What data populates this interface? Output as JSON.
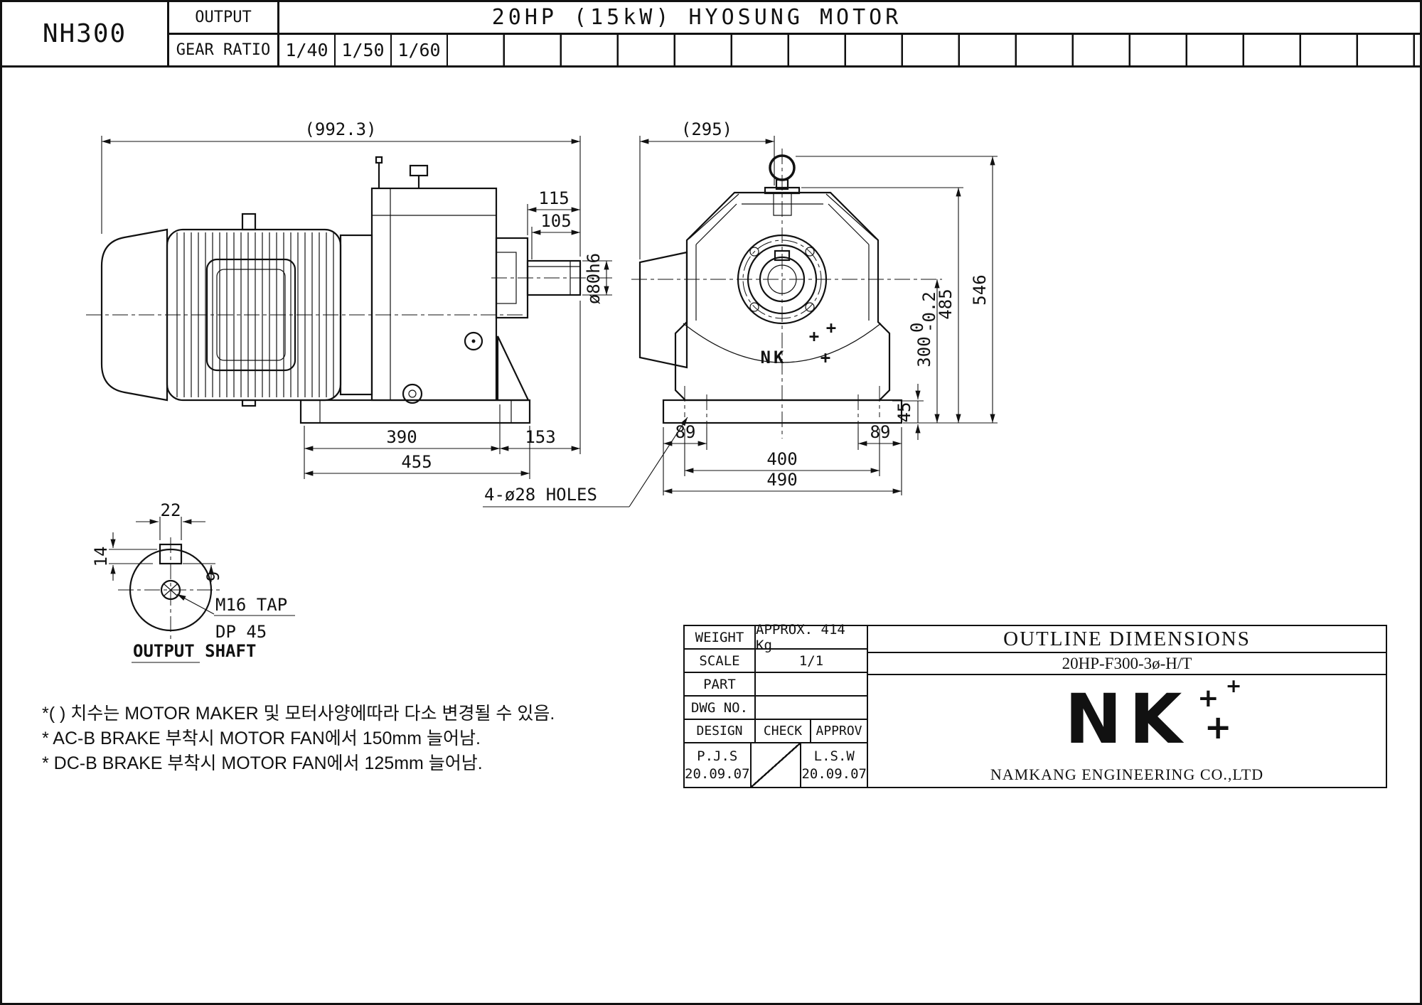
{
  "header": {
    "model": "NH300",
    "output_label": "OUTPUT",
    "gear_ratio_label": "GEAR RATIO",
    "motor_title": "20HP (15kW) HYOSUNG MOTOR",
    "gear_ratios": [
      "1/40",
      "1/50",
      "1/60"
    ]
  },
  "dims": {
    "overall_length": "(992.3)",
    "front_depth": "(295)",
    "shaft_len_total": "115",
    "shaft_len_step": "105",
    "shaft_dia": "ø80h6",
    "base_390": "390",
    "shaft_153": "153",
    "base_455": "455",
    "height_546": "546",
    "height_485": "485",
    "height_300": "300",
    "tol_upper": "0",
    "tol_lower": "-0.2",
    "lug_45": "45",
    "foot_89_left": "89",
    "foot_89_right": "89",
    "lug_span_400": "400",
    "base_490": "490",
    "holes_note": "4-ø28 HOLES"
  },
  "shaft_detail": {
    "key_width": "22",
    "key_height": "14",
    "key_depth": "9",
    "tap": "M16 TAP",
    "tap_depth": "DP 45",
    "caption": "OUTPUT SHAFT"
  },
  "notes": [
    "*( ) 치수는 MOTOR MAKER 및 모터사양에따라 다소 변경될 수 있음.",
    "* AC-B BRAKE 부착시 MOTOR FAN에서 150mm 늘어남.",
    "* DC-B BRAKE 부착시 MOTOR FAN에서 125mm 늘어남."
  ],
  "title_block": {
    "weight_label": "WEIGHT",
    "weight_value": "APPROX. 414 Kg",
    "scale_label": "SCALE",
    "scale_value": "1/1",
    "part_label": "PART",
    "dwg_no_label": "DWG NO.",
    "design_label": "DESIGN",
    "check_label": "CHECK",
    "approv_label": "APPROV",
    "design_name": "P.J.S",
    "design_date": "20.09.07",
    "approv_name": "L.S.W",
    "approv_date": "20.09.07",
    "outline_title": "OUTLINE DIMENSIONS",
    "drawing_code": "20HP-F300-3ø-H/T"
  },
  "brand": {
    "name": "NK",
    "plus": "+",
    "company": "NAMKANG ENGINEERING CO.,LTD"
  },
  "colors": {
    "ink": "#111111",
    "paper": "#ffffff"
  }
}
